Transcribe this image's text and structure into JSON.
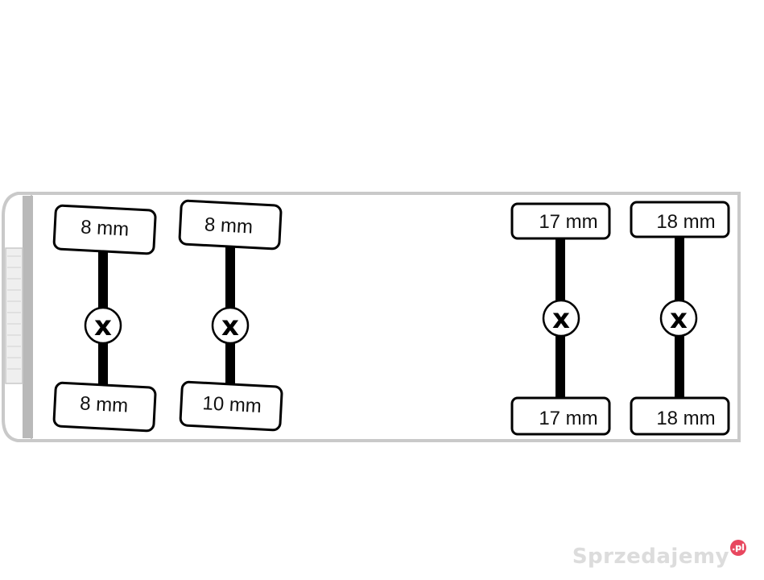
{
  "diagram": {
    "axles": [
      {
        "id": "axle-1",
        "front_label": "8 mm",
        "rear_label": "8 mm",
        "center_mark": "x"
      },
      {
        "id": "axle-2",
        "front_label": "8 mm",
        "rear_label": "10 mm",
        "center_mark": "x"
      },
      {
        "id": "axle-3",
        "front_label": "17 mm",
        "rear_label": "17 mm",
        "center_mark": "x"
      },
      {
        "id": "axle-4",
        "front_label": "18 mm",
        "rear_label": "18 mm",
        "center_mark": "x"
      }
    ]
  },
  "watermark": {
    "text": "Sprzedajemy",
    "badge": ".pl"
  },
  "colors": {
    "frame": "#c9c9c9",
    "ink": "#000000",
    "cab": "#b9b9b9",
    "background": "#ffffff"
  }
}
